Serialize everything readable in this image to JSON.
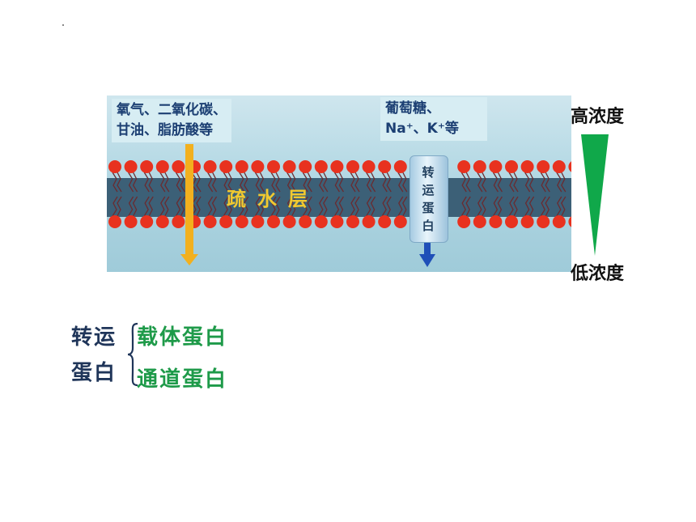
{
  "diagram": {
    "left_label_line1": "氧气、二氧化碳、",
    "left_label_line2": "甘油、脂肪酸等",
    "right_label_line1": "葡萄糖、",
    "right_label_line2": "Na⁺、K⁺等",
    "core_label": "疏水层",
    "protein_label": "转运蛋白",
    "colors": {
      "head": "#e8321f",
      "core": "#3c6077",
      "left_arrow": "#f2b01e",
      "right_arrow": "#1f4fb8"
    }
  },
  "gradient": {
    "high_label": "高浓度",
    "low_label": "低浓度",
    "color": "#10a84a"
  },
  "classification": {
    "parent_line1": "转运",
    "parent_line2": "蛋白",
    "child1": "载体蛋白",
    "child2": "通道蛋白",
    "parent_color": "#1f3559",
    "child_color": "#1e9a49"
  }
}
